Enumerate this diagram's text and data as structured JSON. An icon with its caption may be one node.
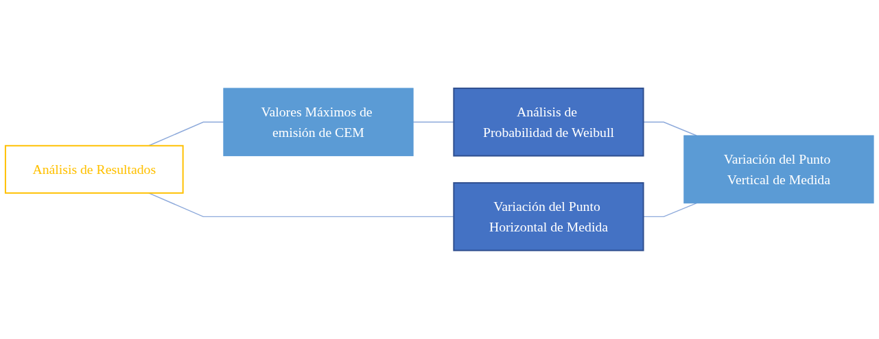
{
  "diagram": {
    "nodes": [
      {
        "text": [
          "Análisis de Resultados"
        ]
      },
      {
        "text": [
          "Valores Máximos de emisión de CEM"
        ]
      },
      {
        "text": [
          "Análisis de Probabilidad de Weibull"
        ]
      },
      {
        "text": [
          "Variación del Punto Horizontal de Medida"
        ]
      },
      {
        "text": [
          "Variación del Punto Vertical de Medida"
        ]
      }
    ],
    "edges": [
      {
        "from": 0,
        "to": 1,
        "arrow": "none"
      },
      {
        "from": 0,
        "to": 3,
        "arrow": "none"
      },
      {
        "from": 1,
        "to": 2,
        "arrow": "none"
      },
      {
        "from": 2,
        "to": 4,
        "arrow": "none"
      },
      {
        "from": 3,
        "to": 4,
        "arrow": "none"
      }
    ]
  }
}
